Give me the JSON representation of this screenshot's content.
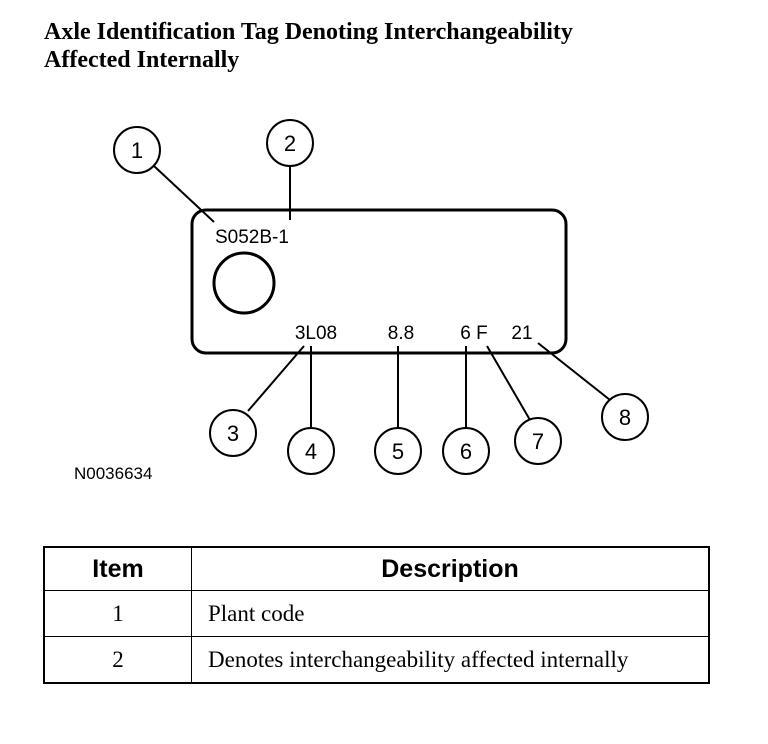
{
  "title": {
    "line1": "Axle Identification Tag Denoting Interchangeability",
    "line2": "Affected Internally"
  },
  "tag": {
    "code": "S052B-1",
    "fields": [
      "3L08",
      "8.8",
      "6 F",
      "21"
    ]
  },
  "callouts": [
    "1",
    "2",
    "3",
    "4",
    "5",
    "6",
    "7",
    "8"
  ],
  "figure_id": "N0036634",
  "table": {
    "headers": [
      "Item",
      "Description"
    ],
    "rows": [
      {
        "item": "1",
        "description": "Plant code"
      },
      {
        "item": "2",
        "description": "Denotes interchangeability affected internally"
      }
    ]
  }
}
